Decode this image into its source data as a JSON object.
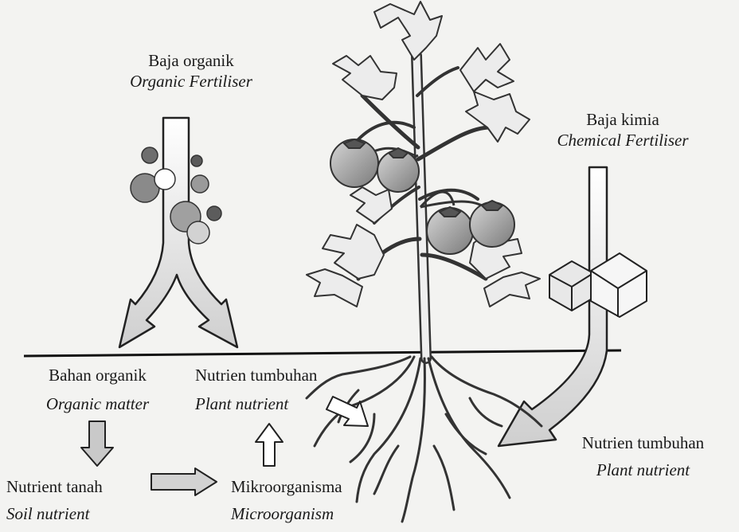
{
  "organic_fertiliser": {
    "malay": "Baja organik",
    "english": "Organic Fertiliser"
  },
  "chemical_fertiliser": {
    "malay": "Baja kimia",
    "english": "Chemical Fertiliser"
  },
  "organic_matter": {
    "malay": "Bahan organik",
    "english": "Organic matter"
  },
  "plant_nutrient_center": {
    "malay": "Nutrien tumbuhan",
    "english": "Plant nutrient"
  },
  "soil_nutrient": {
    "malay": "Nutrient tanah",
    "english": "Soil nutrient"
  },
  "microorganism": {
    "malay": "Mikroorganisma",
    "english": "Microorganism"
  },
  "plant_nutrient_right": {
    "malay": "Nutrien tumbuhan",
    "english": "Plant nutrient"
  }
}
